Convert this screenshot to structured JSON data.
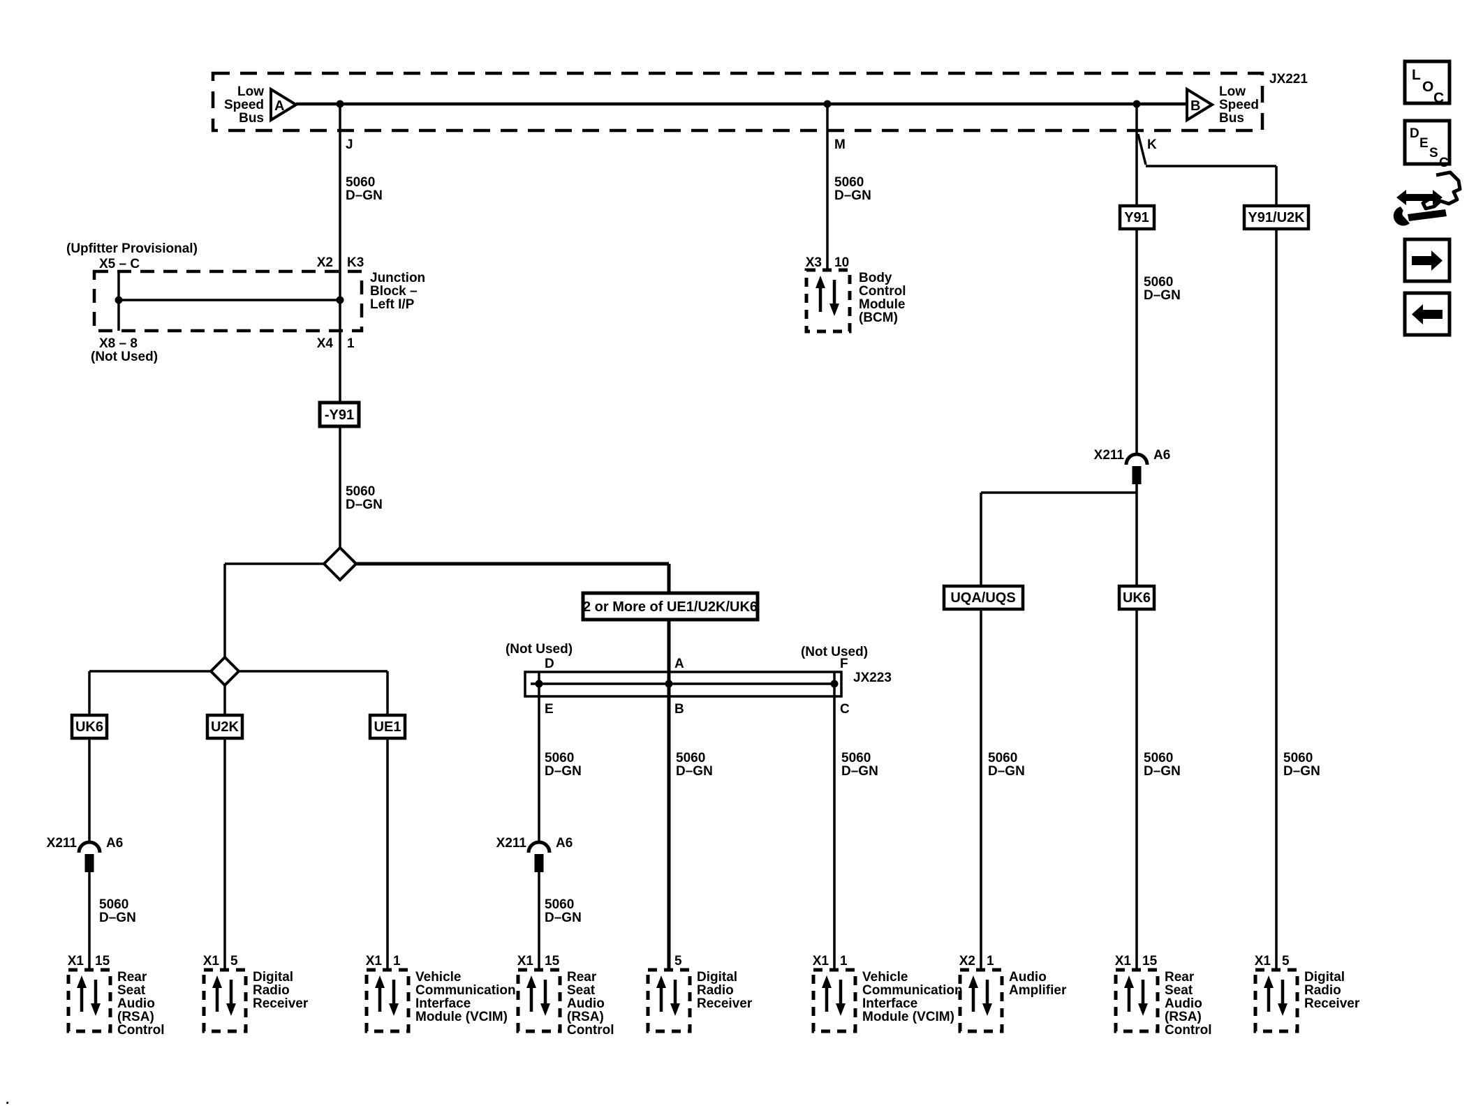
{
  "page": {
    "background": "#ffffff",
    "ink": "#000000",
    "corner_mark": "."
  },
  "bus": {
    "connector_label": "JX221",
    "left_terminal": "A",
    "right_terminal": "B",
    "name_lines": [
      "Low",
      "Speed",
      "Bus"
    ],
    "drop_j": "J",
    "drop_m": "M",
    "drop_k": "K"
  },
  "wire_label": {
    "circuit": "5060",
    "color": "D–GN"
  },
  "upfitter": {
    "title": "(Upfitter Provisional)",
    "top_terminal": "X5 – C",
    "bottom_terminal": "X8 – 8",
    "not_used": "(Not Used)"
  },
  "junction_block": {
    "top_conn": "X2",
    "top_pin": "K3",
    "bottom_conn": "X4",
    "bottom_pin": "1",
    "name_lines": [
      "Junction",
      "Block –",
      "Left I/P"
    ]
  },
  "bcm": {
    "conn": "X3",
    "pin": "10",
    "name_lines": [
      "Body",
      "Control",
      "Module",
      "(BCM)"
    ]
  },
  "inline_connector": {
    "name": "X211",
    "pin": "A6"
  },
  "options": {
    "y91_fuse": "-Y91",
    "y91": "Y91",
    "y91_u2k": "Y91/U2K",
    "uqa_uqs": "UQA/UQS",
    "uk6_right": "UK6",
    "uk6": "UK6",
    "u2k": "U2K",
    "ue1": "UE1",
    "two_or_more": "2 or More of UE1/U2K/UK6"
  },
  "jx223": {
    "label": "JX223",
    "not_used_d": "(Not Used)",
    "not_used_f": "(Not Used)",
    "d": "D",
    "e": "E",
    "a": "A",
    "b": "B",
    "f": "F",
    "c": "C"
  },
  "modules": [
    {
      "conn": "X1",
      "pin": "15",
      "name_lines": [
        "Rear",
        "Seat",
        "Audio",
        "(RSA)",
        "Control"
      ]
    },
    {
      "conn": "X1",
      "pin": "5",
      "name_lines": [
        "Digital",
        "Radio",
        "Receiver"
      ]
    },
    {
      "conn": "X1",
      "pin": "1",
      "name_lines": [
        "Vehicle",
        "Communication",
        "Interface",
        "Module (VCIM)"
      ]
    },
    {
      "conn": "X1",
      "pin": "15",
      "name_lines": [
        "Rear",
        "Seat",
        "Audio",
        "(RSA)",
        "Control"
      ]
    },
    {
      "conn": "",
      "pin": "5",
      "name_lines": [
        "Digital",
        "Radio",
        "Receiver"
      ]
    },
    {
      "conn": "X1",
      "pin": "1",
      "name_lines": [
        "Vehicle",
        "Communication",
        "Interface",
        "Module (VCIM)"
      ]
    },
    {
      "conn": "X2",
      "pin": "1",
      "name_lines": [
        "Audio",
        "Amplifier"
      ]
    },
    {
      "conn": "X1",
      "pin": "15",
      "name_lines": [
        "Rear",
        "Seat",
        "Audio",
        "(RSA)",
        "Control"
      ]
    },
    {
      "conn": "X1",
      "pin": "5",
      "name_lines": [
        "Digital",
        "Radio",
        "Receiver"
      ]
    }
  ],
  "sidebar": {
    "loc": [
      "L",
      "O",
      "C"
    ],
    "desc": [
      "D",
      "E",
      "S",
      "C"
    ]
  }
}
